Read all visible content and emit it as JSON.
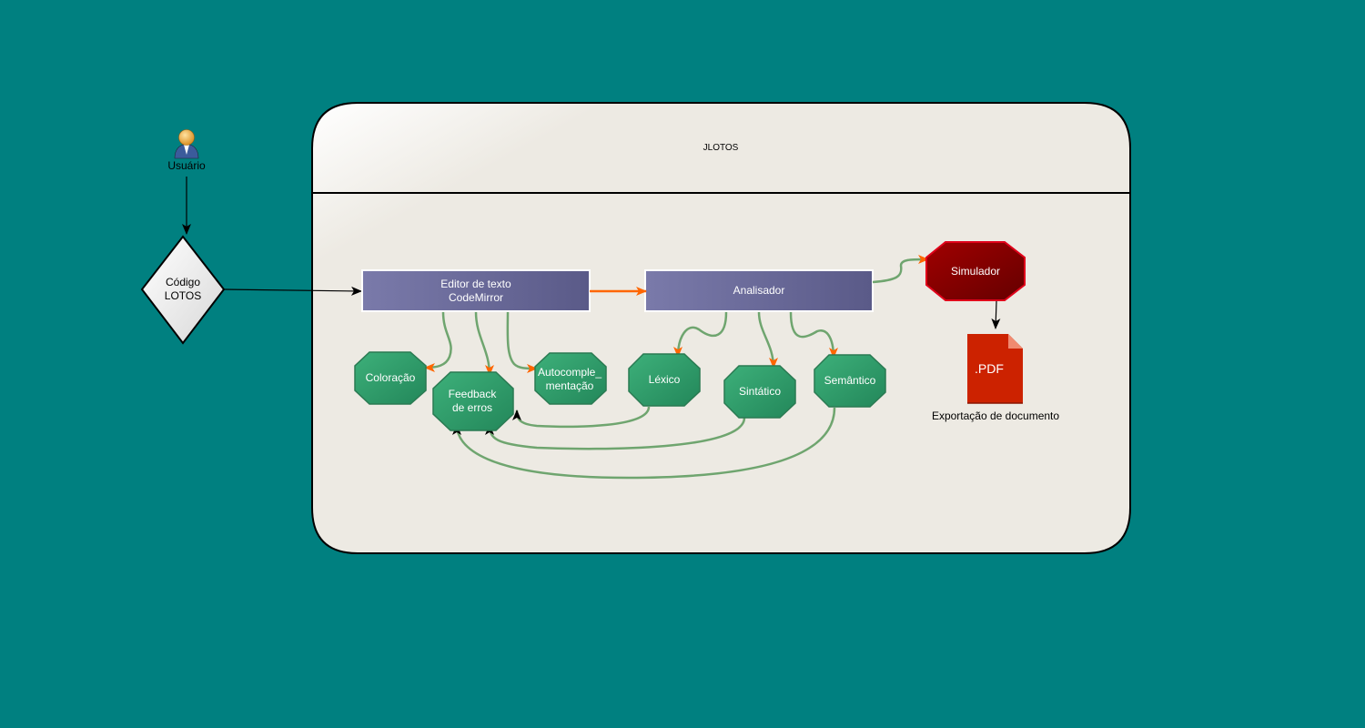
{
  "colors": {
    "background": "#008080",
    "container_fill": "#EDEAE3",
    "process_fill": "#6E6E9E",
    "feature_fill": "#2E9E6A",
    "simulator_fill": "#8B0000",
    "pdf_fill": "#CC2200",
    "flow_arrow": "#FF6600",
    "feedback_line": "#6FA56F"
  },
  "user": {
    "icon": "user-icon",
    "label": "Usuário"
  },
  "decision": {
    "line1": "Código",
    "line2": "LOTOS"
  },
  "container": {
    "title": "JLOTOS"
  },
  "editor": {
    "line1": "Editor de texto",
    "line2": "CodeMirror"
  },
  "analyzer": {
    "label": "Analisador"
  },
  "features": {
    "coloracao": "Coloração",
    "feedback": {
      "line1": "Feedback",
      "line2": "de erros"
    },
    "autocomplete": {
      "line1": "Autocomple_",
      "line2": "mentação"
    },
    "lexico": "Léxico",
    "sintatico": "Sintático",
    "semantico": "Semântico"
  },
  "simulator": {
    "label": "Simulador"
  },
  "pdf": {
    "icon": "pdf-document-icon",
    "badge": ".PDF",
    "caption": "Exportação de documento"
  }
}
